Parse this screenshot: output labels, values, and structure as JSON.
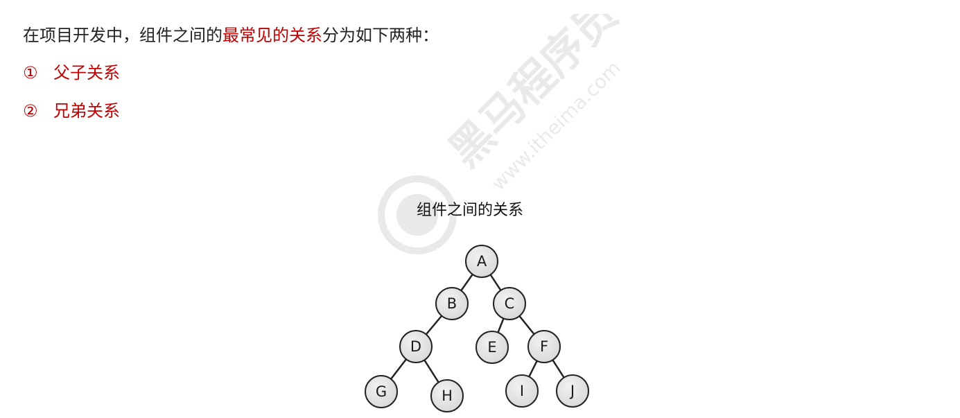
{
  "intro": {
    "prefix": "在项目开发中，组件之间的",
    "highlight": "最常见的关系",
    "suffix": "分为如下两种："
  },
  "list": [
    {
      "number": "①",
      "label": "父子关系"
    },
    {
      "number": "②",
      "label": "兄弟关系"
    }
  ],
  "watermark": {
    "brand": "黑马程序员",
    "url": "www.itheima.com"
  },
  "diagram": {
    "title": "组件之间的关系",
    "nodes": [
      "A",
      "B",
      "C",
      "D",
      "E",
      "F",
      "G",
      "H",
      "I",
      "J"
    ],
    "edges": [
      [
        "A",
        "B"
      ],
      [
        "A",
        "C"
      ],
      [
        "B",
        "D"
      ],
      [
        "C",
        "E"
      ],
      [
        "C",
        "F"
      ],
      [
        "D",
        "G"
      ],
      [
        "D",
        "H"
      ],
      [
        "F",
        "I"
      ],
      [
        "F",
        "J"
      ]
    ]
  },
  "colors": {
    "accent": "#c00000",
    "text": "#222222",
    "node_fill": "#dcdcdc"
  }
}
